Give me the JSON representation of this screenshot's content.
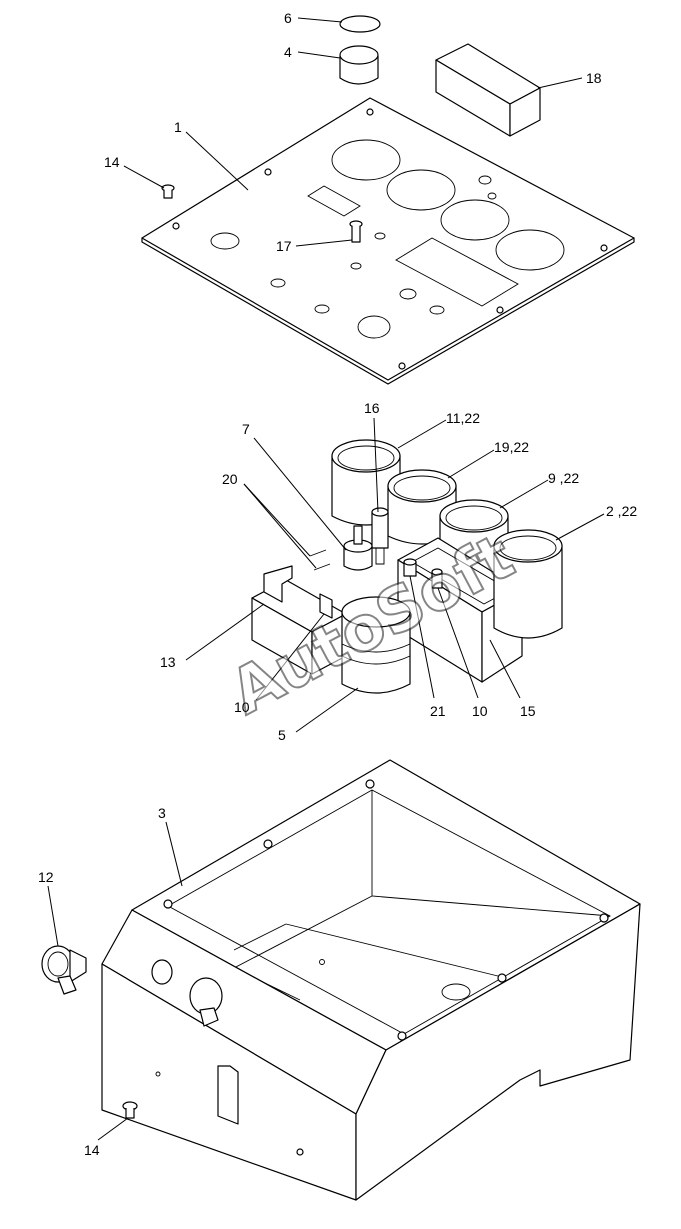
{
  "watermark": "AutoSoft",
  "callouts": {
    "c1": "1",
    "c2": "2 ,22",
    "c3": "3",
    "c4": "4",
    "c5": "5",
    "c6": "6",
    "c7": "7",
    "c9": "9 ,22",
    "c10a": "10",
    "c10b": "10",
    "c11": "11,22",
    "c12": "12",
    "c13": "13",
    "c14a": "14",
    "c14b": "14",
    "c15": "15",
    "c16": "16",
    "c17": "17",
    "c18": "18",
    "c19": "19,22",
    "c20": "20",
    "c21": "21"
  }
}
